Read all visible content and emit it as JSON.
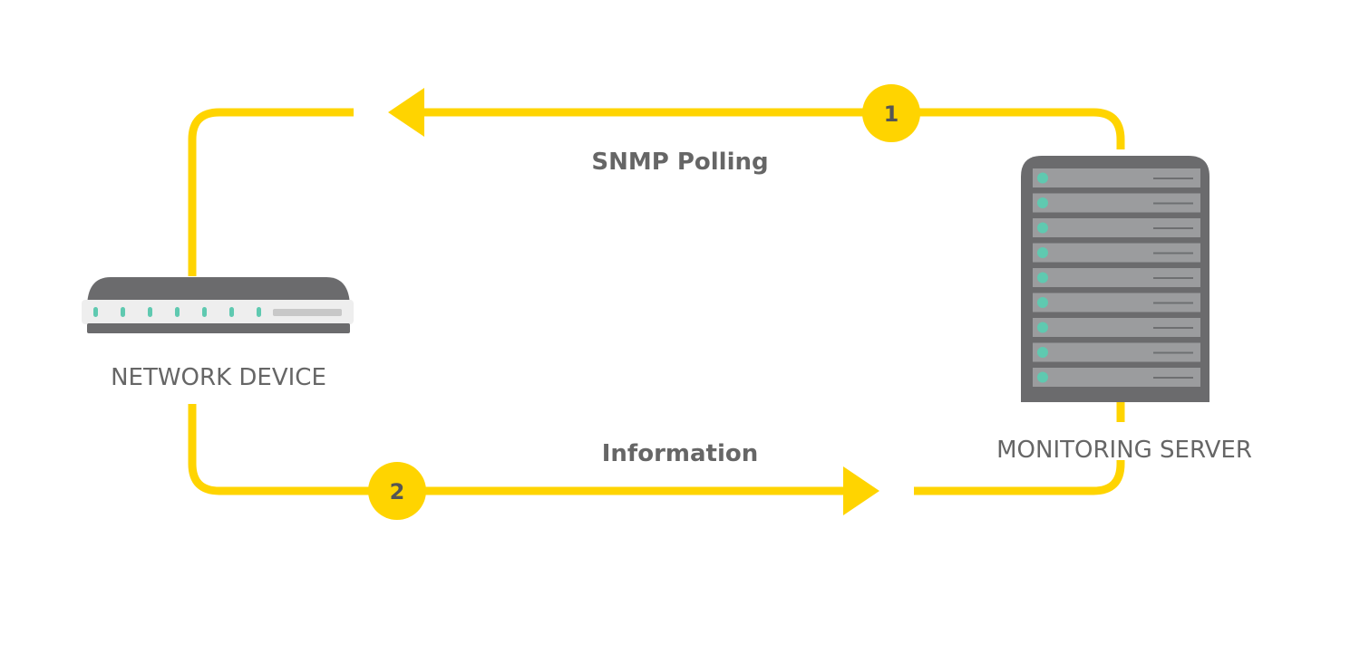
{
  "colors": {
    "flow": "#FFD400",
    "device_body": "#6B6B6D",
    "device_panel": "#EEEEEE",
    "led": "#5FC9B0",
    "server_slot": "#9B9C9E",
    "text": "#666666"
  },
  "icons": {
    "network_device": "router-icon",
    "monitoring_server": "server-rack-icon"
  },
  "nodes": {
    "network_device": {
      "label": "NETWORK DEVICE"
    },
    "monitoring_server": {
      "label": "MONITORING SERVER"
    }
  },
  "flows": [
    {
      "step": "1",
      "label": "SNMP Polling",
      "direction": "server-to-device"
    },
    {
      "step": "2",
      "label": "Information",
      "direction": "device-to-server"
    }
  ]
}
